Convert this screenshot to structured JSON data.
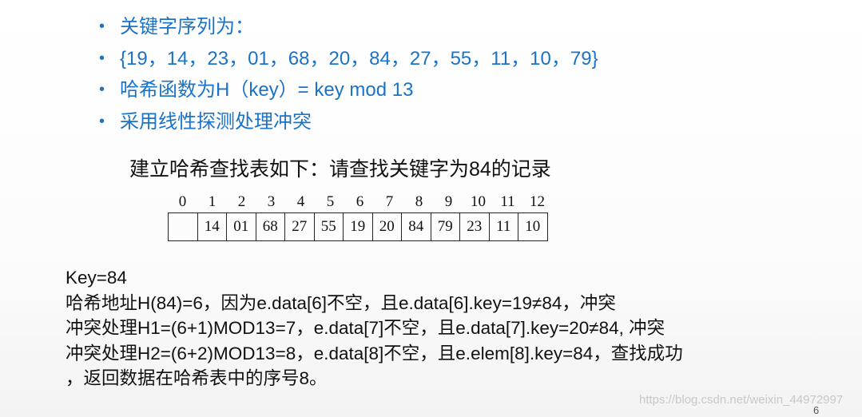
{
  "bullets": [
    "关键字序列为：",
    "{19，14，23，01，68，20，84，27，55，11，10，79}",
    "哈希函数为H（key）= key mod 13",
    "采用线性探测处理冲突"
  ],
  "bullet_mark": "•",
  "subtitle": "建立哈希查找表如下：请查找关键字为84的记录",
  "table": {
    "indices": [
      "0",
      "1",
      "2",
      "3",
      "4",
      "5",
      "6",
      "7",
      "8",
      "9",
      "10",
      "11",
      "12"
    ],
    "cells": [
      "",
      "14",
      "01",
      "68",
      "27",
      "55",
      "19",
      "20",
      "84",
      "79",
      "23",
      "11",
      "10"
    ]
  },
  "explanation": [
    "Key=84",
    "哈希地址H(84)=6，因为e.data[6]不空，且e.data[6].key=19≠84，冲突",
    "冲突处理H1=(6+1)MOD13=7，e.data[7]不空，且e.data[7].key=20≠84, 冲突",
    "冲突处理H2=(6+2)MOD13=8，e.data[8]不空，且e.elem[8].key=84，查找成功",
    "，返回数据在哈希表中的序号8。"
  ],
  "watermark": "https://blog.csdn.net/weixin_44972997",
  "page_number": "6",
  "colors": {
    "bullet_text": "#1a73c8",
    "body_text": "#111111"
  }
}
